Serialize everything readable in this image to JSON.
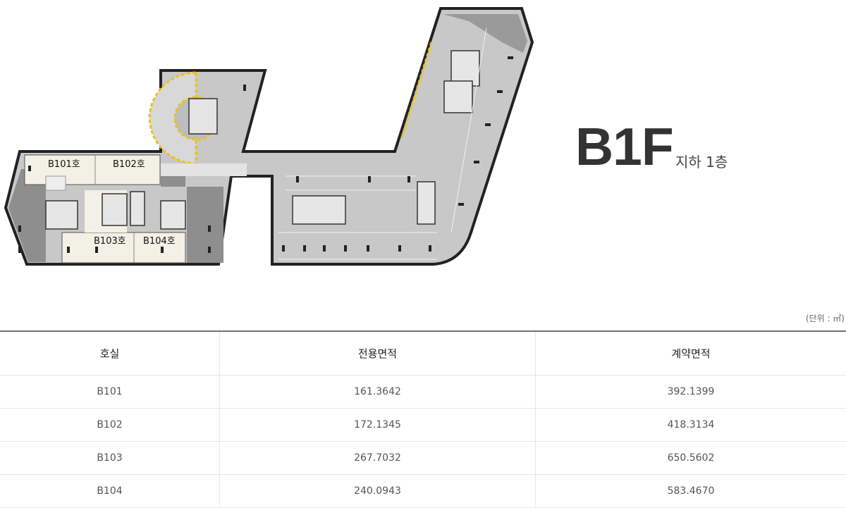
{
  "floor": {
    "code": "B1F",
    "name": "지하 1층"
  },
  "plan": {
    "units": [
      "B101호",
      "B102호",
      "B103호",
      "B104호"
    ]
  },
  "unit_note": "(단위 : ㎡)",
  "table": {
    "headers": [
      "호실",
      "전용면적",
      "계약면적"
    ],
    "rows": [
      [
        "B101",
        "161.3642",
        "392.1399"
      ],
      [
        "B102",
        "172.1345",
        "418.3134"
      ],
      [
        "B103",
        "267.7032",
        "650.5602"
      ],
      [
        "B104",
        "240.0943",
        "583.4670"
      ]
    ]
  },
  "colors": {
    "wall": "#222222",
    "floor": "#c4c4c4",
    "core": "#8a8a8a",
    "unit": "#f3f0e6",
    "ramp_stripe": "#e8c21a"
  }
}
